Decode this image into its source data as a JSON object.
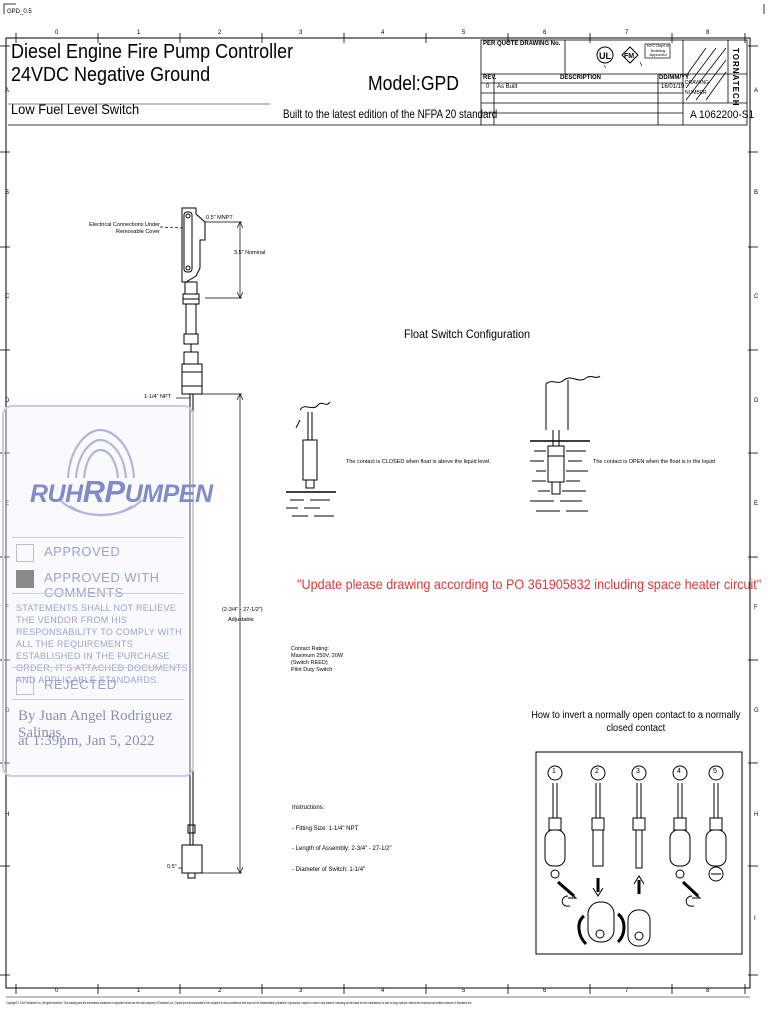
{
  "sheet_id": "GPD_0.5",
  "grid": {
    "cols": [
      "0",
      "1",
      "2",
      "3",
      "4",
      "5",
      "6",
      "7",
      "8"
    ],
    "rows": [
      "A",
      "B",
      "C",
      "D",
      "E",
      "F",
      "G",
      "H",
      "I"
    ]
  },
  "title_block": {
    "line1": "Diesel Engine Fire Pump Controller",
    "line2": "24VDC Negative Ground",
    "line3": "Low Fuel Level Switch",
    "model": "Model:GPD",
    "built_to": "Built to the latest edition of the NFPA 20 standard",
    "per_quote": "PER QUOTE DRAWING No.",
    "rev_header": "REV.",
    "descr_header": "DESCRIPTION",
    "date_header": "DD/MM/YY",
    "rev_no": "0",
    "rev_desc": "As Built",
    "rev_date": "16/01/19",
    "drawing_label": "DRAWING",
    "number_label": "NUMBER",
    "drawing_number": "A 1062200-S1",
    "cert_note": "NYC Dept of Building Approved",
    "side_brand": "TORNATECH"
  },
  "switch_drawing": {
    "electrical_label": "Electrical Connections Under Removable Cover",
    "mnpt_label": "0.5\" MNPT",
    "nominal_label": "3.5\" Nominal",
    "npt_label": "1-1/4\" NPT",
    "length_label": "(2-3/4\" - 27-1/2\")",
    "adjustable_label": "Adjustable",
    "bottom_label": "0.5\""
  },
  "float_config": {
    "title": "Float Switch Configuration",
    "closed_text": "The contact is CLOSED when float is above the liquid level.",
    "open_text": "The contact is OPEN when the float is in the liquid"
  },
  "review_note": "\"Update please drawing according to PO 361905832 including space heater circuit\"",
  "contact_rating": [
    "Contact Rating:",
    "Maximum 250V, 20W",
    "(Switch REED)",
    "Pilot Duty Switch"
  ],
  "invert_title": "How to invert a normally open contact to a normally closed contact",
  "invert_steps": [
    "1",
    "2",
    "3",
    "4",
    "5"
  ],
  "instructions": {
    "title": "Instructions:",
    "items": [
      "- Fitting Size: 1-1/4\" NPT",
      "- Length of Assembly: 2-3/4\" - 27-1/2\"",
      "- Diameter of Switch: 1-1/4\""
    ]
  },
  "stamp": {
    "brand": "RUHRPUMPEN",
    "options": [
      "APPROVED",
      "APPROVED WITH COMMENTS",
      "REJECTED"
    ],
    "selected_index": 1,
    "note": "STATEMENTS SHALL NOT RELIEVE THE VENDOR FROM HIS RESPONSABILITY TO COMPLY WITH ALL THE REQUIREMENTS ESTABLISHED IN THE PURCHASE ORDER, IT'S ATTACHED DOCUMENTS AND APPLICABLE STANDARDS.",
    "signature_line1": "By Juan Angel Rodriguez Salinas,",
    "signature_line2": "at 1:39pm, Jan 5, 2022",
    "color": "#9aa3cc"
  },
  "copyright": "Copyright © 2019 Tornatech Inc. All rights reserved. This drawing and the information contained or depicted herein are the sole property of Tornatech Inc. Copies are communicated to the recipient in strict confidence and may not be retransmitted, published, reproduced, copied or used in any manner, including as the basis for the manufacture or sale of any products, without the express prior written consent of Tornatech Inc."
}
